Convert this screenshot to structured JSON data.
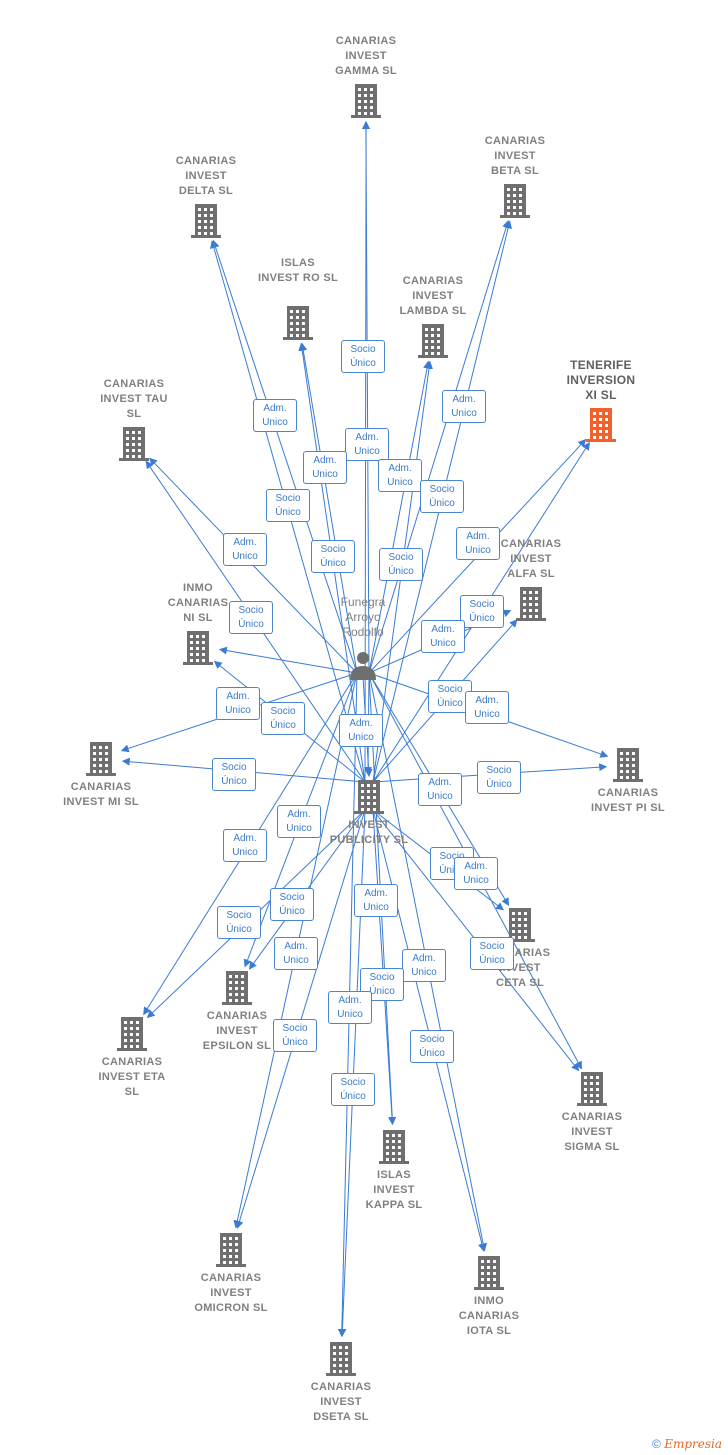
{
  "center": {
    "name": "Funegra\nArroyo\nRodolfo"
  },
  "companies": [
    {
      "id": "gamma",
      "label": "CANARIAS\nINVEST\nGAMMA  SL"
    },
    {
      "id": "beta",
      "label": "CANARIAS\nINVEST\nBETA  SL"
    },
    {
      "id": "delta",
      "label": "CANARIAS\nINVEST\nDELTA  SL"
    },
    {
      "id": "ro",
      "label": "ISLAS\nINVEST RO  SL"
    },
    {
      "id": "lambda",
      "label": "CANARIAS\nINVEST\nLAMBDA  SL"
    },
    {
      "id": "tenerife",
      "label": "TENERIFE\nINVERSION\nXI  SL",
      "highlight": true
    },
    {
      "id": "tau",
      "label": "CANARIAS\nINVEST TAU\nSL"
    },
    {
      "id": "alfa",
      "label": "CANARIAS\nINVEST\nALFA  SL"
    },
    {
      "id": "inmoni",
      "label": "INMO\nCANARIAS\nNI  SL"
    },
    {
      "id": "mi",
      "label": "CANARIAS\nINVEST MI  SL"
    },
    {
      "id": "pi",
      "label": "CANARIAS\nINVEST PI  SL"
    },
    {
      "id": "publicity",
      "label": "INVEST\nPUBLICITY  SL"
    },
    {
      "id": "ceta",
      "label": "CANARIAS\nINVEST\nCETA  SL"
    },
    {
      "id": "epsilon",
      "label": "CANARIAS\nINVEST\nEPSILON  SL"
    },
    {
      "id": "eta",
      "label": "CANARIAS\nINVEST ETA\nSL"
    },
    {
      "id": "sigma",
      "label": "CANARIAS\nINVEST\nSIGMA  SL"
    },
    {
      "id": "kappa",
      "label": "ISLAS\nINVEST\nKAPPA  SL"
    },
    {
      "id": "omicron",
      "label": "CANARIAS\nINVEST\nOMICRON  SL"
    },
    {
      "id": "iota",
      "label": "INMO\nCANARIAS\nIOTA  SL"
    },
    {
      "id": "dseta",
      "label": "CANARIAS\nINVEST\nDSETA  SL"
    }
  ],
  "relation_labels": {
    "socio": "Socio\nÚnico",
    "adm": "Adm.\nUnico"
  },
  "colors": {
    "edge": "#3a7bd5",
    "building": "#6f6f6f",
    "building_highlight": "#f0612d",
    "person": "#6f6f6f"
  },
  "footer": {
    "copyright": "©",
    "brand": "Empresia"
  }
}
